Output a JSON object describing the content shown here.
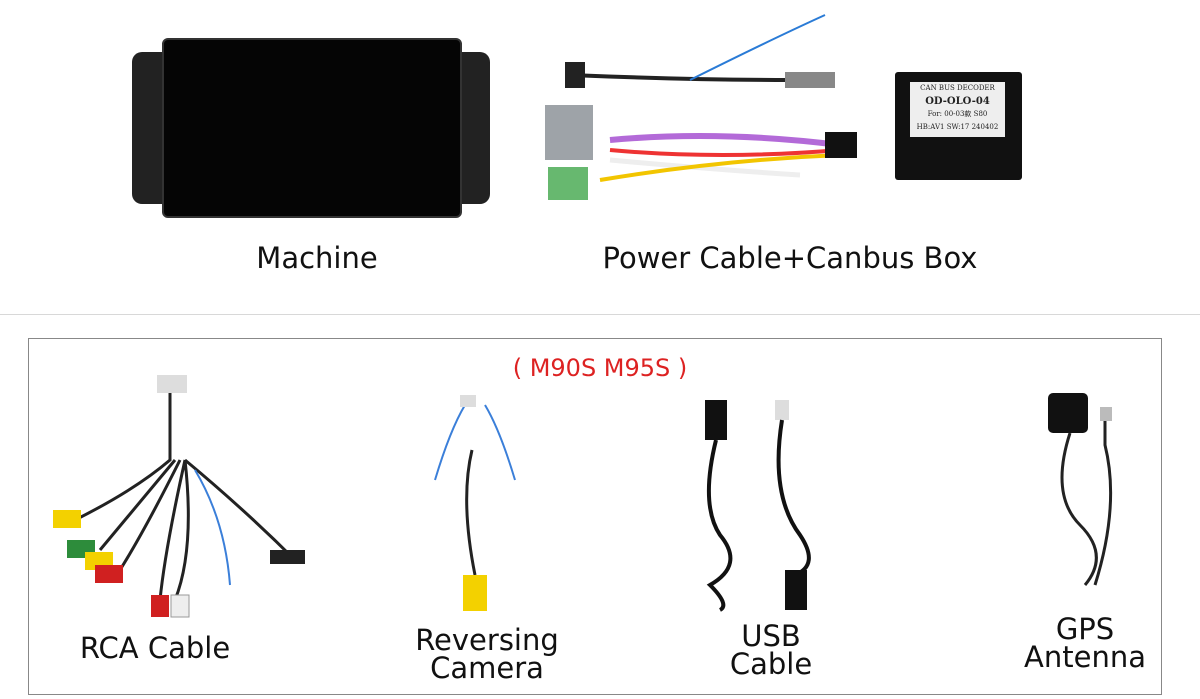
{
  "top": {
    "items": [
      {
        "label": "Machine"
      },
      {
        "label": "Power Cable+Canbus Box"
      }
    ],
    "canbus_box_label": [
      "CAN BUS DECODER",
      "OD-OLO-04",
      "For: 00-03款 S80",
      "HB:AV1 SW:17 240402"
    ]
  },
  "bottom": {
    "models_note": "( M90S M95S )",
    "items": [
      {
        "label": "RCA Cable"
      },
      {
        "label_line1": "Reversing",
        "label_line2": "Camera"
      },
      {
        "label_line1": "USB",
        "label_line2": "Cable"
      },
      {
        "label_line1": "GPS",
        "label_line2": "Antenna"
      }
    ]
  },
  "colors": {
    "note_red": "#dd2222",
    "frame": "#888888"
  }
}
